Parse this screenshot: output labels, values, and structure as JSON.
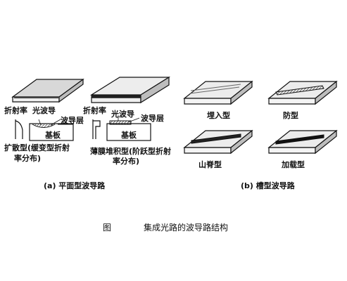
{
  "panel_a": {
    "left_device": {
      "label_index": "折射率",
      "label_optical_guide": "光波导",
      "label_guide_layer": "波导层",
      "label_substrate": "基板",
      "caption_line1": "扩散型(缓变型折射",
      "caption_line2": "率分布)"
    },
    "right_device": {
      "label_index": "折射率",
      "label_optical_guide": "光波导",
      "label_guide_layer": "波导层",
      "label_substrate": "基板",
      "caption_line1": "薄膜堆积型(阶跃型折射",
      "caption_line2": "率分布)"
    },
    "caption": "(a) 平面型波导路"
  },
  "panel_b": {
    "embedded": "埋入型",
    "ridge": "防型",
    "mountain": "山脊型",
    "loaded": "加载型",
    "caption": "(b) 槽型波导路"
  },
  "figure": {
    "label": "图",
    "title": "集成光路的波导路结构"
  }
}
